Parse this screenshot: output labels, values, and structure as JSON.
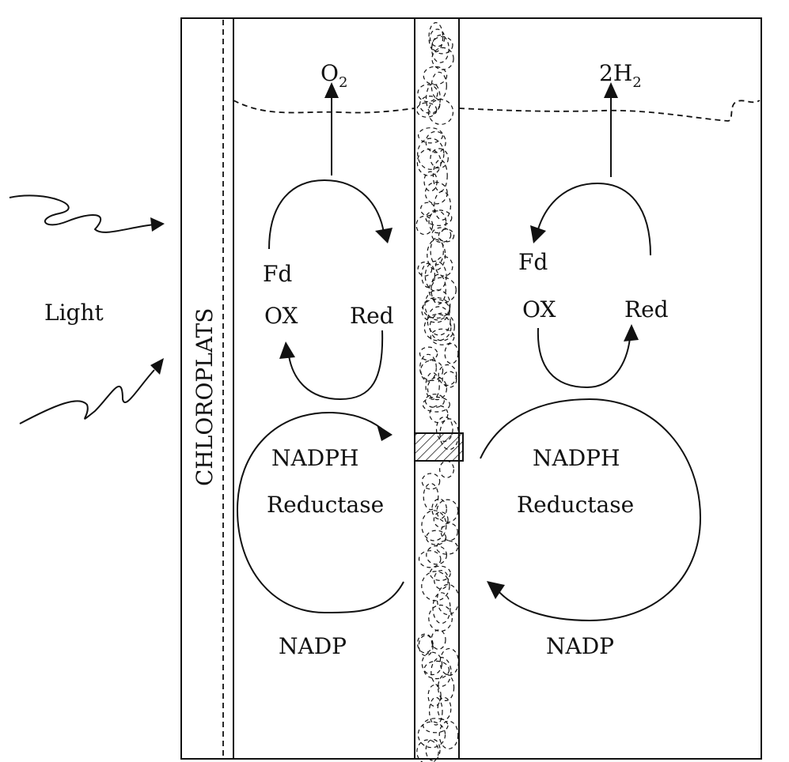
{
  "labels": {
    "light": "Light",
    "chloroplats": "CHLOROPLATS",
    "left": {
      "product": "O",
      "product_subscript": "2",
      "fd": "Fd",
      "ox": "OX",
      "red": "Red",
      "nadph": "NADPH",
      "reductase": "Reductase",
      "nadp": "NADP"
    },
    "right": {
      "product": "2H",
      "product_subscript": "2",
      "fd": "Fd",
      "ox": "OX",
      "red": "Red",
      "nadph": "NADPH",
      "reductase": "Reductase",
      "nadp": "NADP"
    }
  }
}
